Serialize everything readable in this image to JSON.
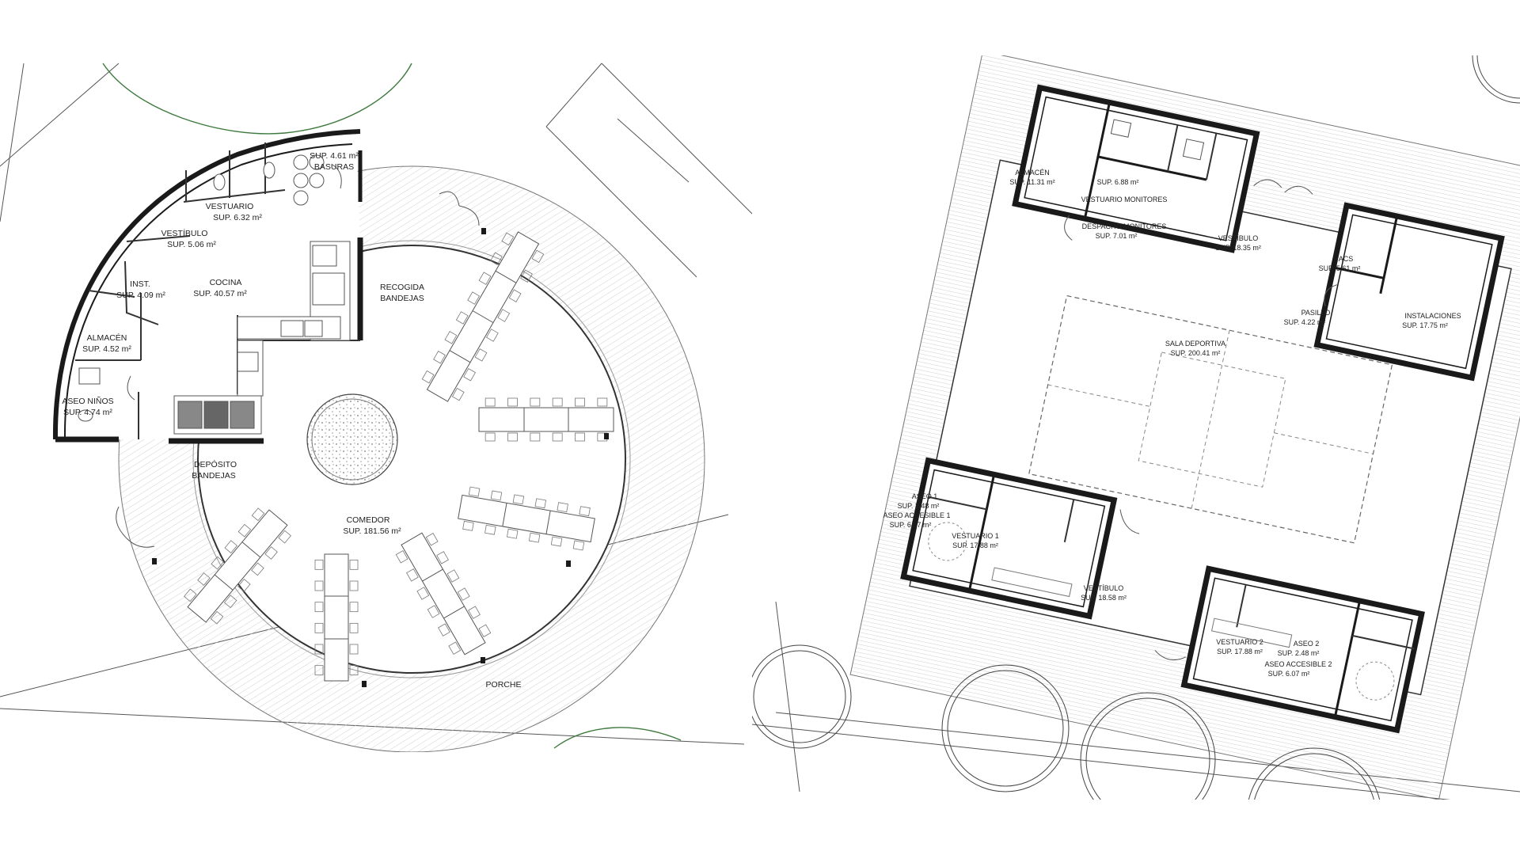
{
  "colors": {
    "wall": "#1a1a1a",
    "line": "#555555",
    "hatch": "#d2d2d2",
    "tree": "#3d7a3d",
    "paper": "#ffffff"
  },
  "plan_left": {
    "rooms": [
      {
        "id": "basuras",
        "name": "BASURAS",
        "area": "SUP. 4.61 m²"
      },
      {
        "id": "vestuario",
        "name": "VESTUARIO",
        "area": "SUP. 6.32 m²"
      },
      {
        "id": "vestibulo",
        "name": "VESTÍBULO",
        "area": "SUP. 5.06 m²"
      },
      {
        "id": "cocina",
        "name": "COCINA",
        "area": "SUP. 40.57 m²"
      },
      {
        "id": "inst",
        "name": "INST.",
        "area": "SUP. 4.09 m²"
      },
      {
        "id": "almacen",
        "name": "ALMACÉN",
        "area": "SUP. 4.52 m²"
      },
      {
        "id": "aseo-ninos",
        "name": "ASEO NIÑOS",
        "area": "SUP. 4.74 m²"
      },
      {
        "id": "comedor",
        "name": "COMEDOR",
        "area": "SUP. 181.56 m²"
      }
    ],
    "labels": {
      "recogida_1": "RECOGIDA",
      "recogida_2": "BANDEJAS",
      "deposito_1": "DEPÓSITO",
      "deposito_2": "BANDEJAS",
      "porche": "PORCHE"
    }
  },
  "plan_right": {
    "rooms": [
      {
        "id": "almacen",
        "name": "ALMACÉN",
        "area": "SUP. 11.31 m²"
      },
      {
        "id": "vestuario-monitores",
        "name": "VESTUARIO MONITORES",
        "area": "SUP. 6.88 m²"
      },
      {
        "id": "despacho-monitores",
        "name": "DESPACHO MONITORES",
        "area": "SUP. 7.01 m²"
      },
      {
        "id": "vestibulo-n",
        "name": "VESTÍBULO",
        "area": "SUP. 18.35 m²"
      },
      {
        "id": "acs",
        "name": "ACS",
        "area": "SUP. 5.61 m²"
      },
      {
        "id": "pasillo",
        "name": "PASILLO",
        "area": "SUP. 4.22 m²"
      },
      {
        "id": "instalaciones",
        "name": "INSTALACIONES",
        "area": "SUP. 17.75 m²"
      },
      {
        "id": "sala-deportiva",
        "name": "SALA DEPORTIVA",
        "area": "SUP. 200.41 m²"
      },
      {
        "id": "aseo-1",
        "name": "ASEO 1",
        "area": "SUP. 2.48 m²"
      },
      {
        "id": "aseo-accesible-1",
        "name": "ASEO ACCESIBLE 1",
        "area": "SUP. 6.07 m²"
      },
      {
        "id": "vestuario-1",
        "name": "VESTUARIO 1",
        "area": "SUP. 17.88 m²"
      },
      {
        "id": "vestibulo-s",
        "name": "VESTÍBULO",
        "area": "SUP. 18.58 m²"
      },
      {
        "id": "vestuario-2",
        "name": "VESTUARIO 2",
        "area": "SUP. 17.88 m²"
      },
      {
        "id": "aseo-2",
        "name": "ASEO 2",
        "area": "SUP. 2.48 m²"
      },
      {
        "id": "aseo-accesible-2",
        "name": "ASEO ACCESIBLE 2",
        "area": "SUP. 6.07 m²"
      }
    ]
  }
}
